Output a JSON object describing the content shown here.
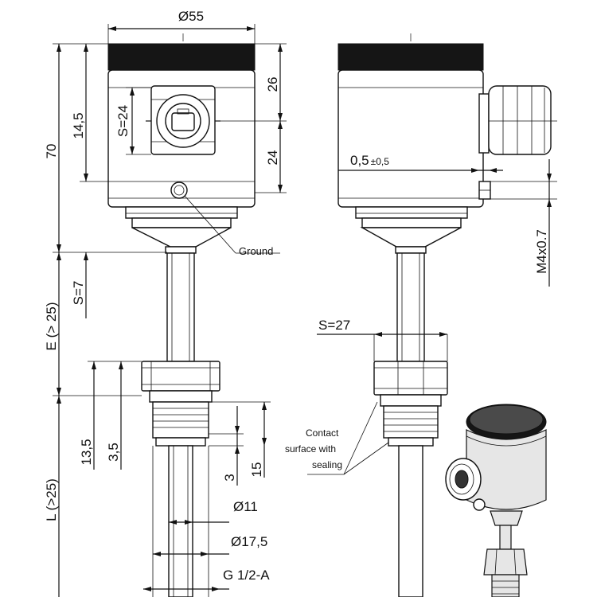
{
  "front_view": {
    "dim_diameter_top": "Ø55",
    "dim_height_total": "70",
    "dim_upper": "14,5",
    "dim_wrench": "S=24",
    "dim_top_section": "26",
    "dim_mid_section": "24",
    "ground_label": "Ground",
    "dim_stem_length": "E (> 25)",
    "dim_stem_wrench": "S=7",
    "dim_thread_13": "13,5",
    "dim_thread_3_5": "3,5",
    "dim_3": "3",
    "dim_15": "15",
    "dim_probe_length": "L (>25)",
    "dim_d11": "Ø11",
    "dim_d17": "Ø17,5",
    "dim_thread": "G 1/2-A"
  },
  "side_view": {
    "dim_gap": "0,5",
    "dim_gap_tol": "±0,5",
    "dim_screw": "M4x0.7",
    "dim_nut": "S=27",
    "contact_label_line1": "Contact",
    "contact_label_line2": "surface with",
    "contact_label_line3": "sealing"
  }
}
